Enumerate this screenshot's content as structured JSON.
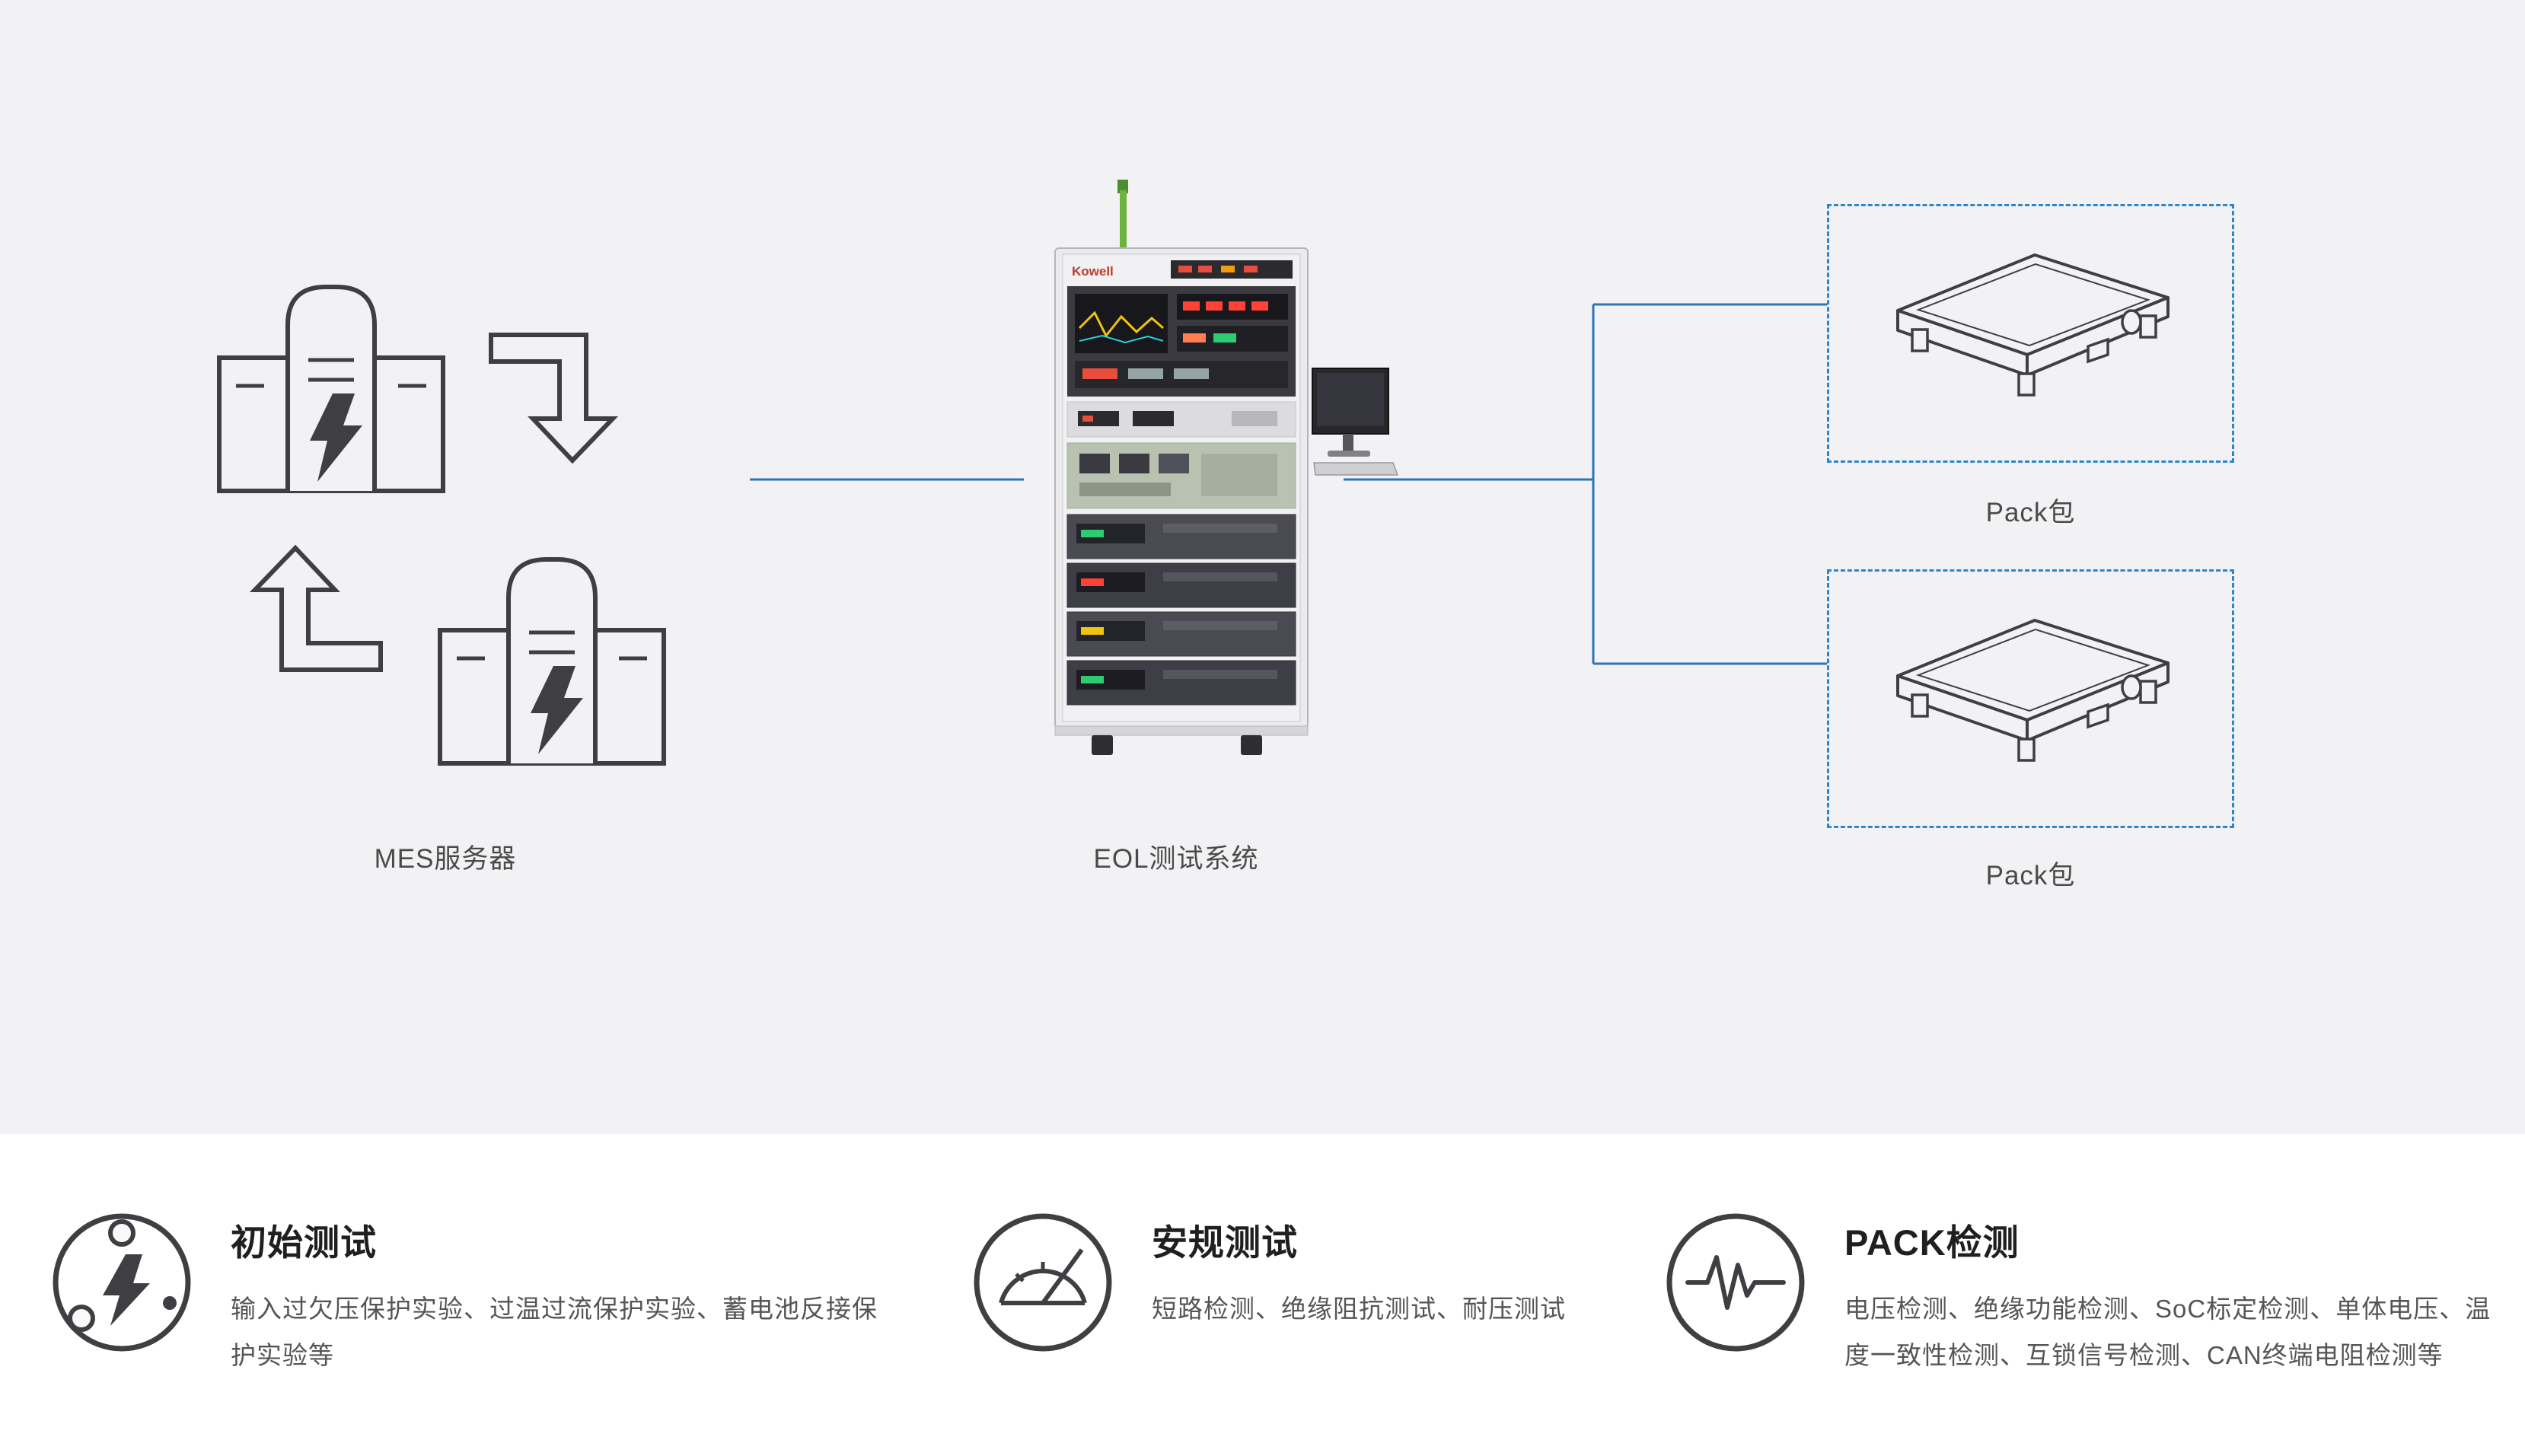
{
  "colors": {
    "background_gray": "#f2f2f4",
    "connector_blue": "#2f73b8",
    "dashed_box_blue": "#2b86ca",
    "line_art_dark": "#3f3f43",
    "antenna_green": "#6db33f"
  },
  "diagram": {
    "mes_label": "MES服务器",
    "eol_label": "EOL测试系统",
    "eol_brand": "Kowell",
    "pack_boxes": [
      {
        "label": "Pack包"
      },
      {
        "label": "Pack包"
      }
    ],
    "icons": [
      "mes-server-icon",
      "arrow-down-icon",
      "arrow-up-icon",
      "eol-cabinet-illustration",
      "pack-illustration"
    ]
  },
  "features": [
    {
      "icon": "protection-circuit-icon",
      "title": "初始测试",
      "description": "输入过欠压保护实验、过温过流保护实验、蓄电池反接保护实验等"
    },
    {
      "icon": "gauge-icon",
      "title": "安规测试",
      "description": "短路检测、绝缘阻抗测试、耐压测试"
    },
    {
      "icon": "pulse-icon",
      "title": "PACK检测",
      "description": "电压检测、绝缘功能检测、SoC标定检测、单体电压、温度一致性检测、互锁信号检测、CAN终端电阻检测等"
    }
  ]
}
